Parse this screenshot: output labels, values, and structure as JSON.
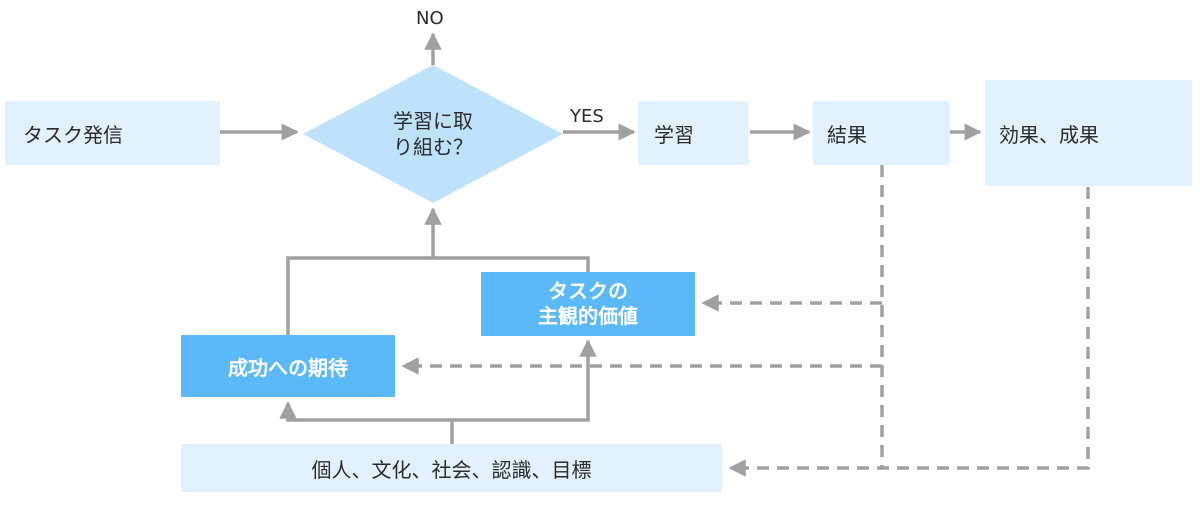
{
  "nodes": {
    "task_issue": "タスク発信",
    "decision_line1": "学習に取",
    "decision_line2": "り組む？",
    "learning": "学習",
    "result": "結果",
    "effect": "効果、成果",
    "subjective_line1": "タスクの",
    "subjective_line2": "主観的価値",
    "expectation": "成功への期待",
    "factors": "個人、文化、社会、認識、目標"
  },
  "labels": {
    "no": "NO",
    "yes": "YES"
  },
  "colors": {
    "light_box": "#e1f1fd",
    "dark_box": "#5cb9f7",
    "diamond": "#bfe2fc",
    "connector": "#a0a0a0"
  }
}
